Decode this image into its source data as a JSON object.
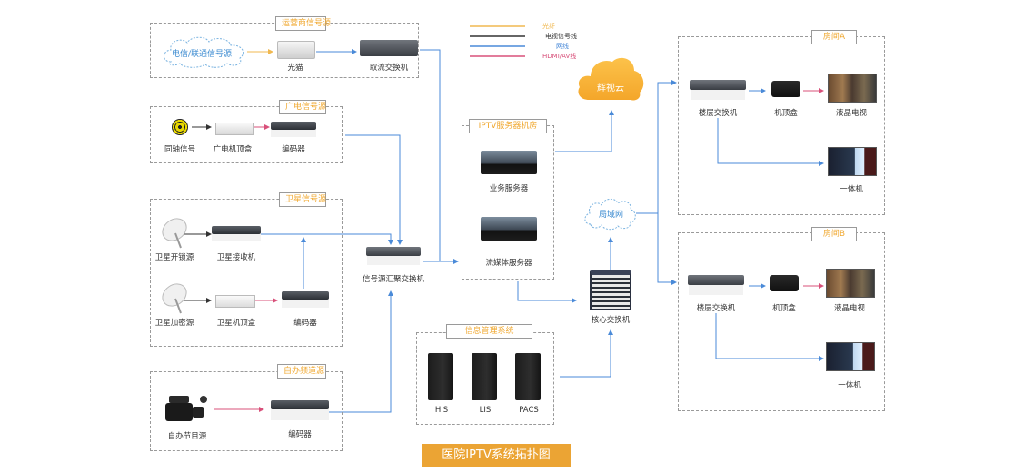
{
  "title": "医院IPTV系统拓扑图",
  "legend": [
    {
      "label": "光纤",
      "color": "#f0b850"
    },
    {
      "label": "电视信号线",
      "color": "#333333"
    },
    {
      "label": "网线",
      "color": "#4a8ad8"
    },
    {
      "label": "HDMI/AV线",
      "color": "#d8507a"
    }
  ],
  "groups": {
    "operator": {
      "title": "运营商信号源",
      "cloud_label": "电信/联通信号源",
      "devices": [
        "光猫",
        "取流交换机"
      ]
    },
    "broadcast": {
      "title": "广电信号源",
      "devices": [
        "同轴信号",
        "广电机顶盒",
        "编码器"
      ]
    },
    "satellite": {
      "title": "卫星信号源",
      "devices": [
        "卫星开锁源",
        "卫星接收机",
        "卫星加密源",
        "卫星机顶盒",
        "编码器"
      ]
    },
    "selfmade": {
      "title": "自办频道源",
      "devices": [
        "自办节目源",
        "编码器"
      ]
    },
    "iptv_room": {
      "title": "IPTV服务器机房",
      "devices": [
        "业务服务器",
        "流媒体服务器"
      ]
    },
    "info_system": {
      "title": "信息管理系统",
      "devices": [
        "HIS",
        "LIS",
        "PACS"
      ]
    },
    "room_a": {
      "title": "房间A",
      "devices": [
        "楼层交换机",
        "机顶盒",
        "液晶电视",
        "一体机"
      ]
    },
    "room_b": {
      "title": "房间B",
      "devices": [
        "楼层交换机",
        "机顶盒",
        "液晶电视",
        "一体机"
      ]
    }
  },
  "core": {
    "aggregation_switch": "信号源汇聚交换机",
    "cloud": "辉视云",
    "lan": "局域网",
    "core_switch": "核心交换机"
  },
  "colors": {
    "accent": "#eba434",
    "group_title": "#f0a830",
    "network": "#4a8ad8",
    "fiber": "#f0b850",
    "tv_signal": "#333333",
    "hdmi": "#d8507a"
  }
}
